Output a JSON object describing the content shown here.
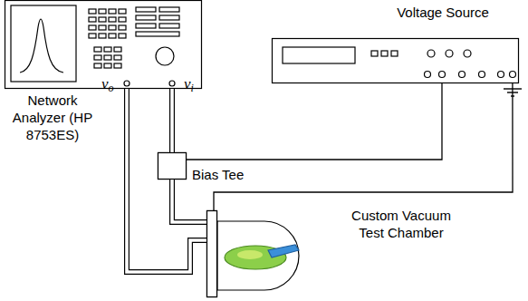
{
  "diagram": {
    "nodes": [
      {
        "text": [
          "Network Analyzer (HP 8753ES)"
        ]
      },
      {
        "text": [
          "Voltage Source"
        ]
      },
      {
        "text": [
          "Bias Tee"
        ]
      },
      {
        "text": [
          "Custom Vacuum Test Chamber"
        ]
      }
    ],
    "edges": [
      {
        "from": 0,
        "to": 2,
        "arrow": "none"
      },
      {
        "from": 2,
        "to": 3,
        "arrow": "none"
      },
      {
        "from": 0,
        "to": 3,
        "arrow": "none"
      },
      {
        "from": 1,
        "to": 2,
        "arrow": "none"
      },
      {
        "from": 1,
        "to": 3,
        "arrow": "none"
      }
    ],
    "labels": [
      "vo",
      "vi"
    ]
  }
}
